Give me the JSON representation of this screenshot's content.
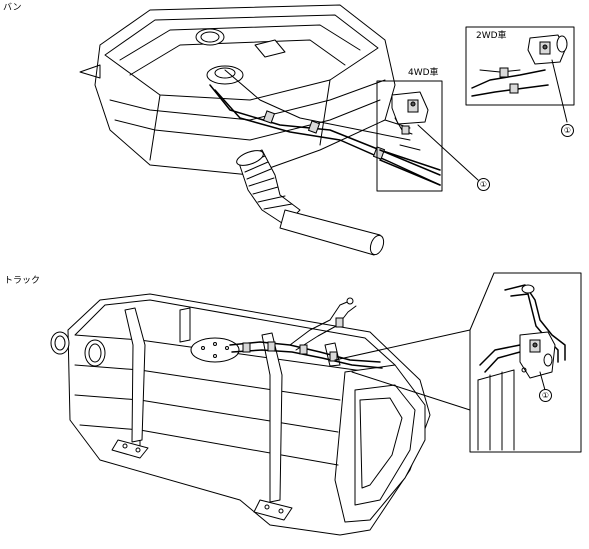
{
  "labels": {
    "van": "バン",
    "truck": "トラック",
    "inset_4wd": "4WD車",
    "inset_2wd": "2WD車",
    "callout_4wd": "①",
    "callout_2wd": "①",
    "callout_truck": "①"
  }
}
